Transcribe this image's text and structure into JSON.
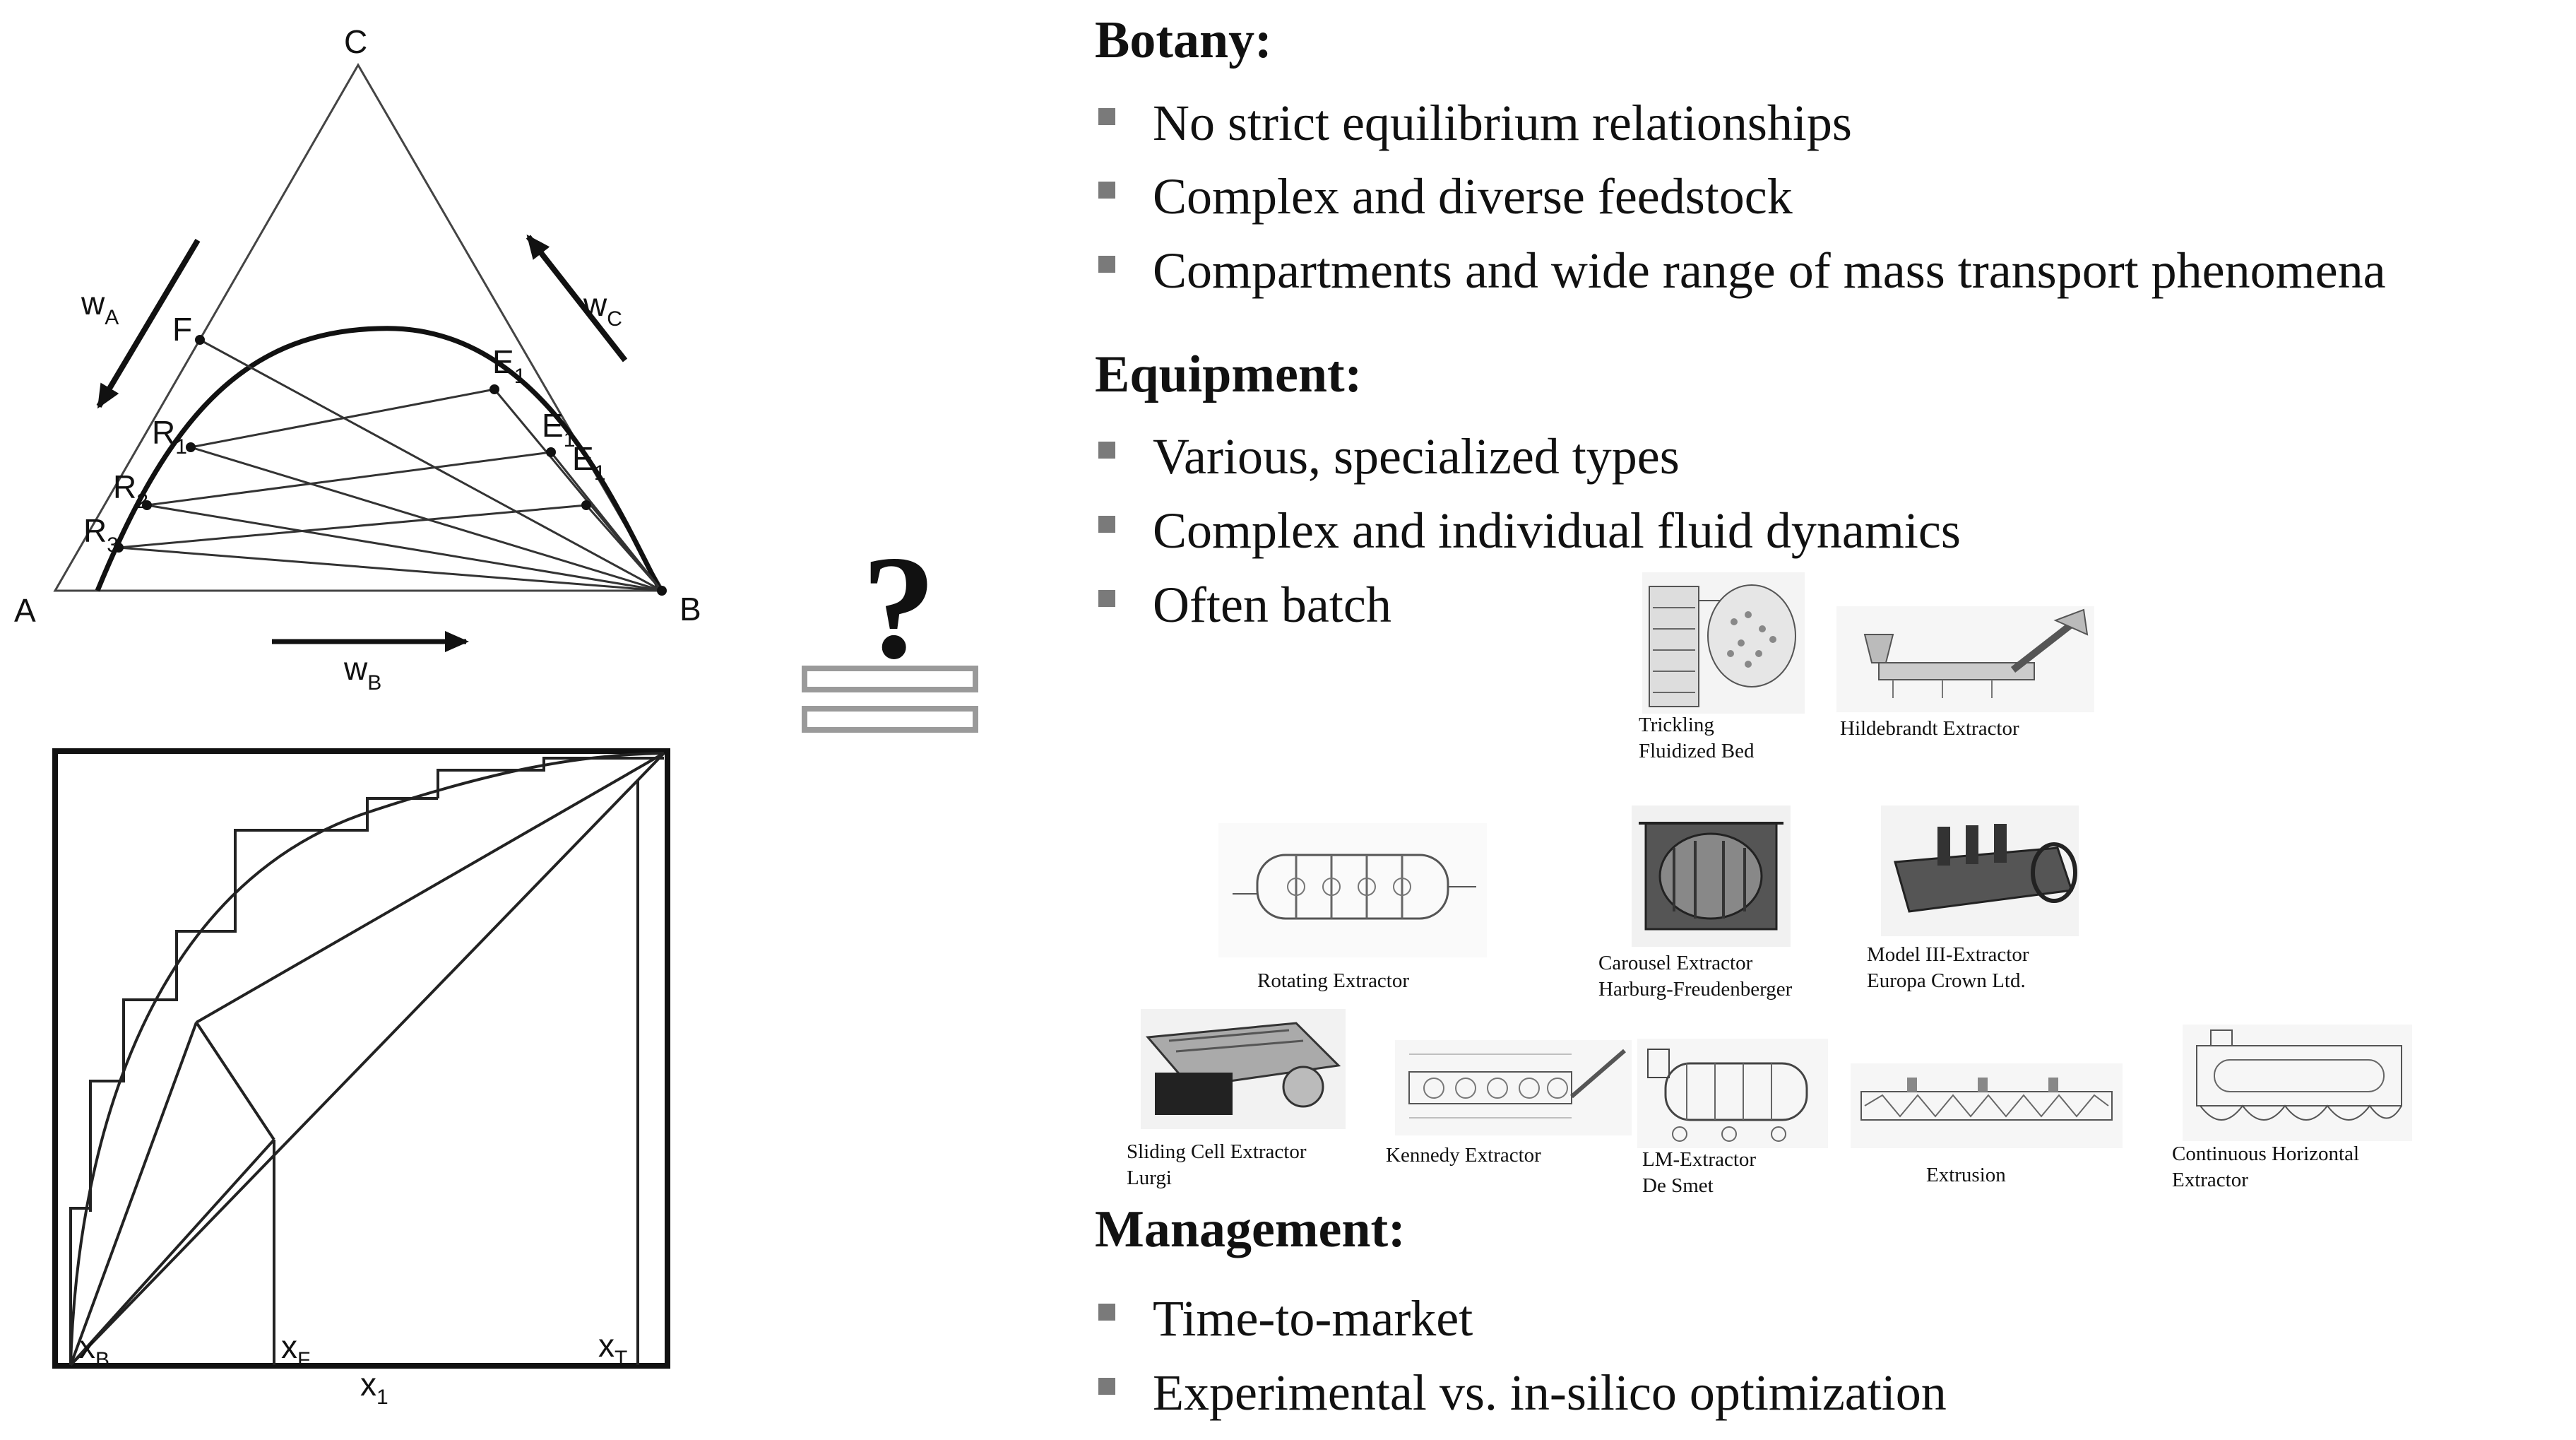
{
  "ternary": {
    "vertex_C": "C",
    "vertex_A": "A",
    "vertex_B": "B",
    "point_F": "F",
    "R1": {
      "main": "R",
      "sub": "1"
    },
    "R2": {
      "main": "R",
      "sub": "2"
    },
    "R3": {
      "main": "R",
      "sub": "3"
    },
    "E1a": {
      "main": "E",
      "sub": "1"
    },
    "E1b": {
      "main": "E",
      "sub": "1"
    },
    "E1c": {
      "main": "E",
      "sub": "1"
    },
    "wA": {
      "main": "w",
      "sub": "A"
    },
    "wB": {
      "main": "w",
      "sub": "B"
    },
    "wC": {
      "main": "w",
      "sub": "C"
    }
  },
  "mccabe": {
    "xB": {
      "main": "x",
      "sub": "B"
    },
    "xF": {
      "main": "x",
      "sub": "F"
    },
    "xT": {
      "main": "x",
      "sub": "T"
    },
    "x1": {
      "main": "x",
      "sub": "1"
    }
  },
  "middle": {
    "question_mark": "?"
  },
  "sections": {
    "botany": {
      "heading": "Botany:",
      "bullets": [
        "No strict equilibrium relationships",
        "Complex and diverse feedstock",
        "Compartments and wide range of mass transport phenomena"
      ]
    },
    "equipment": {
      "heading": "Equipment:",
      "bullets": [
        "Various, specialized types",
        "Complex and individual fluid dynamics",
        "Often batch"
      ]
    },
    "management": {
      "heading": "Management:",
      "bullets": [
        "Time-to-market",
        "Experimental vs. in-silico optimization"
      ]
    }
  },
  "equipment_images": {
    "trickling": {
      "line1": "Trickling",
      "line2": "Fluidized Bed"
    },
    "hildebrandt": {
      "line1": "Hildebrandt Extractor"
    },
    "rotating": {
      "line1": "Rotating Extractor"
    },
    "carousel": {
      "line1": "Carousel Extractor",
      "line2": "Harburg-Freudenberger"
    },
    "model3": {
      "line1": "Model III-Extractor",
      "line2": "Europa Crown Ltd."
    },
    "sliding": {
      "line1": "Sliding Cell Extractor",
      "line2": "Lurgi"
    },
    "kennedy": {
      "line1": "Kennedy Extractor"
    },
    "lm": {
      "line1": "LM-Extractor",
      "line2": "De Smet"
    },
    "extrusion": {
      "line1": "Extrusion"
    },
    "continuous": {
      "line1": "Continuous Horizontal",
      "line2": "Extractor"
    }
  }
}
